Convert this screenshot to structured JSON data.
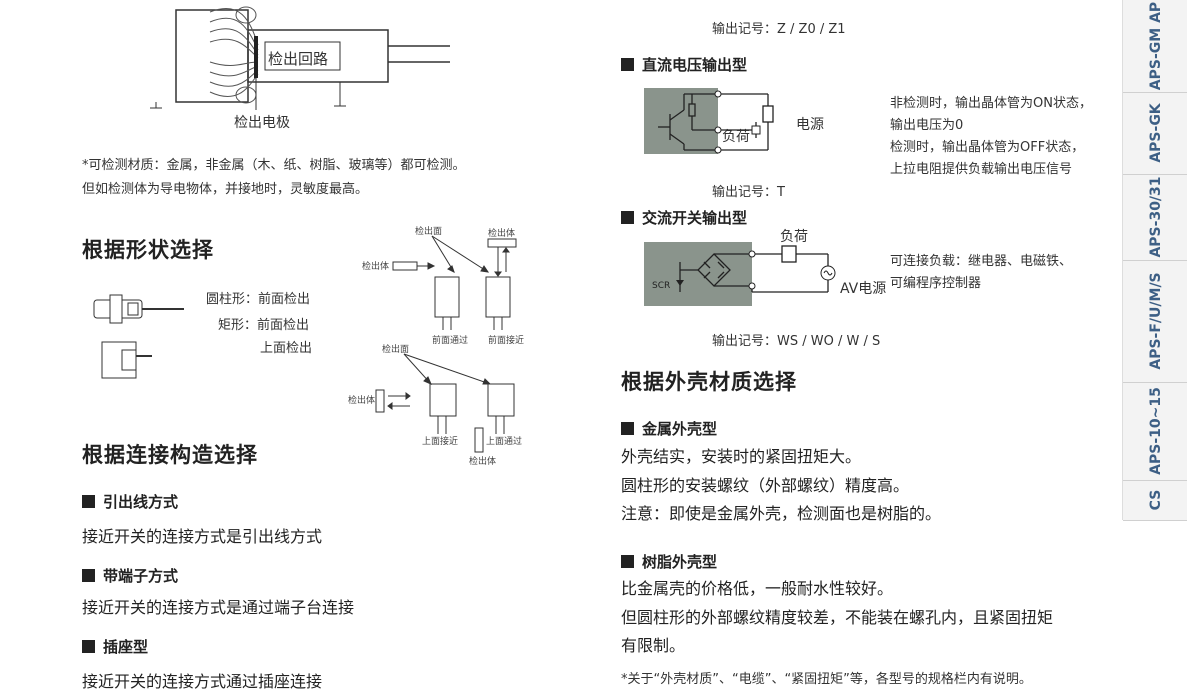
{
  "left": {
    "electrode_label": "检出电极",
    "circuit_label": "检出回路",
    "material_note_line1": "*可检测材质：金属，非金属（木、纸、树脂、玻璃等）都可检测。",
    "material_note_line2": "但如检测体为导电物体，并接地时，灵敏度最高。",
    "shape_heading": "根据形状选择",
    "shape_cylinder": "圆柱形：前面检出",
    "shape_rect_line1": "矩形：前面检出",
    "shape_rect_line2": "上面检出",
    "diagram_top": {
      "face_label": "检出面",
      "body_label_left": "检出体",
      "body_label_right": "检出体",
      "caption_left": "前面通过",
      "caption_right": "前面接近"
    },
    "diagram_bottom": {
      "face_label": "检出面",
      "body_label_left": "检出体",
      "body_label_bottom": "检出体",
      "caption_left": "上面接近",
      "caption_right": "上面通过"
    },
    "connect_heading": "根据连接构造选择",
    "lead_title": "引出线方式",
    "lead_desc": "接近开关的连接方式是引出线方式",
    "terminal_title": "带端子方式",
    "terminal_desc": "接近开关的连接方式是通过端子台连接",
    "socket_title": "插座型",
    "socket_desc": "接近开关的连接方式通过插座连接"
  },
  "right": {
    "output_code_z": "输出记号：Z / Z0 / Z1",
    "dc_title": "直流电压输出型",
    "dc_load": "负荷",
    "dc_power": "电源",
    "dc_desc": [
      "非检测时，输出晶体管为ON状态，",
      "输出电压为0",
      "检测时，输出晶体管为OFF状态，",
      "上拉电阻提供负载输出电压信号"
    ],
    "output_code_t": "输出记号：T",
    "ac_title": "交流开关输出型",
    "ac_load": "负荷",
    "ac_power": "AV电源",
    "ac_scr": "SCR",
    "ac_desc": [
      "可连接负载：继电器、电磁铁、",
      "可编程序控制器"
    ],
    "output_code_ws": "输出记号：WS / WO / W / S",
    "housing_heading": "根据外壳材质选择",
    "metal_title": "金属外壳型",
    "metal_desc": [
      "外壳结实，安装时的紧固扭矩大。",
      "圆柱形的安装螺纹（外部螺纹）精度高。",
      "注意：即使是金属外壳，检测面也是树脂的。"
    ],
    "resin_title": "树脂外壳型",
    "resin_desc": [
      "比金属壳的价格低，一般耐水性较好。",
      "但圆柱形的外部螺纹精度较差，不能装在螺孔内，且紧固扭矩",
      "有限制。"
    ],
    "footnote": "*关于“外壳材质”、“电缆”、“紧固扭矩”等，各型号的规格栏内有说明。"
  },
  "side_tabs": [
    "APS-GM AP",
    "APS-GK",
    "APS-30/31",
    "APS-F/U/M/S",
    "APS-10~15",
    "CS"
  ],
  "colors": {
    "tab_text": "#3d5f85",
    "diagram_fill": "#8a948c"
  }
}
